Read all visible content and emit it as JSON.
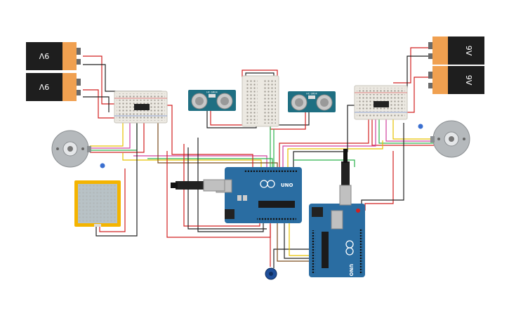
{
  "title": "",
  "colors": {
    "battery_black": "#1e1e1e",
    "battery_orange": "#f0a050",
    "breadboard": "#ece9e2",
    "arduino_blue": "#2a6da2",
    "sensor_teal": "#1f6f82",
    "motor_gray": "#b5b9bc",
    "fsr_yellow": "#f4b400",
    "wire_red": "#d22020",
    "wire_black": "#222222",
    "wire_green": "#2bb24c",
    "wire_yellow": "#e6c200",
    "wire_pink": "#d0409e",
    "wire_brown": "#7a4a1a"
  },
  "components": {
    "battery_left_top": {
      "label": "9V",
      "icon": "battery-9v-icon"
    },
    "battery_left_bottom": {
      "label": "9V",
      "icon": "battery-9v-icon"
    },
    "battery_right_top": {
      "label": "9V",
      "icon": "battery-9v-icon"
    },
    "battery_right_bottom": {
      "label": "9V",
      "icon": "battery-9v-icon"
    },
    "ultrasonic_left": {
      "label": "HC-SR04",
      "icon": "ultrasonic-sensor-icon"
    },
    "ultrasonic_right": {
      "label": "HC-SR04",
      "icon": "ultrasonic-sensor-icon"
    },
    "motor_left": {
      "icon": "dc-motor-icon"
    },
    "motor_right": {
      "icon": "dc-motor-icon"
    },
    "fsr": {
      "icon": "force-sensor-icon"
    },
    "arduino_main": {
      "label": "UNO",
      "icon": "arduino-uno-icon"
    },
    "arduino_second": {
      "label": "UNO",
      "icon": "arduino-uno-icon"
    },
    "buzzer": {
      "icon": "piezo-buzzer-icon"
    }
  }
}
